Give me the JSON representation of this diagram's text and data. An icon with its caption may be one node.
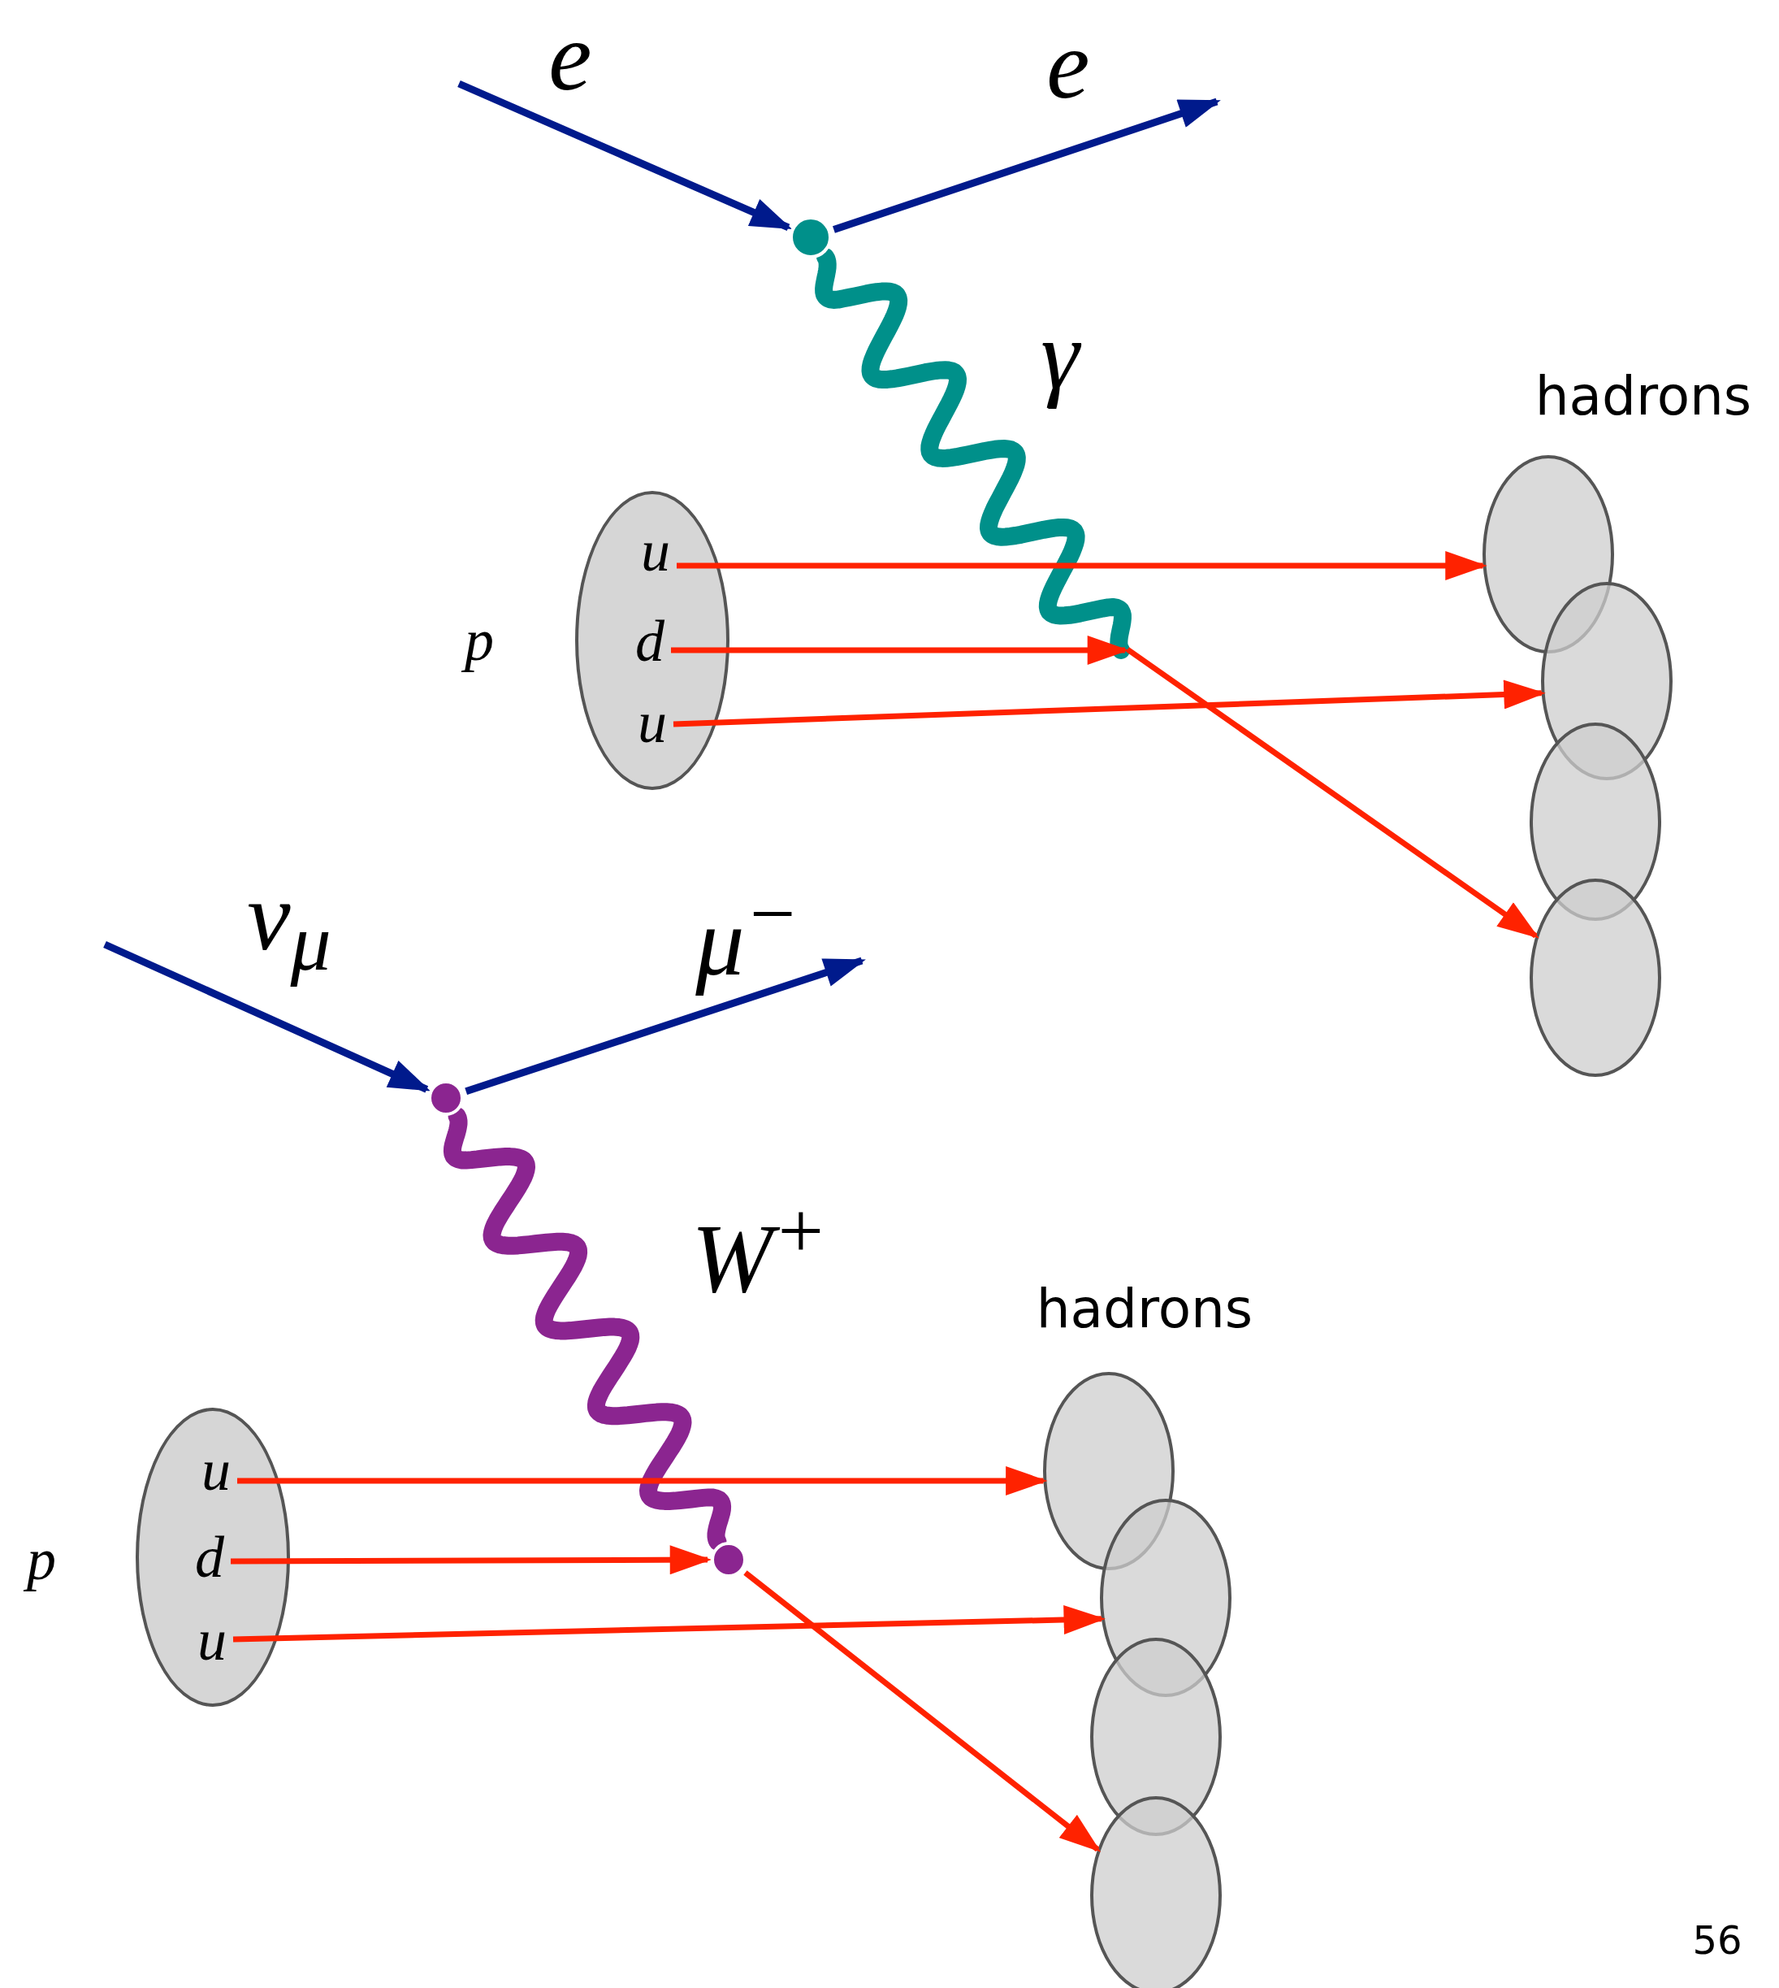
{
  "diagram": {
    "nodes": [
      {
        "text": [],
        "shape": "circle"
      },
      {
        "text": [],
        "shape": "circle",
        "beside": [
          "p"
        ]
      },
      {
        "text": [
          "u"
        ],
        "in": 1
      },
      {
        "text": [
          "d"
        ],
        "in": 1
      },
      {
        "text": [
          "u"
        ],
        "in": 1
      },
      {
        "text": [],
        "shape": "circle",
        "beside": [
          "hadrons"
        ]
      },
      {
        "text": [],
        "shape": "circle"
      },
      {
        "text": [],
        "shape": "circle"
      },
      {
        "text": [],
        "shape": "circle"
      },
      {
        "text": [],
        "shape": "circle"
      },
      {
        "text": [],
        "shape": "circle",
        "beside": [
          "p"
        ]
      },
      {
        "text": [
          "u"
        ],
        "in": 10
      },
      {
        "text": [
          "d"
        ],
        "in": 10
      },
      {
        "text": [
          "u"
        ],
        "in": 10
      },
      {
        "text": [],
        "shape": "circle"
      },
      {
        "text": [],
        "shape": "circle",
        "beside": [
          "hadrons"
        ]
      },
      {
        "text": [],
        "shape": "circle"
      },
      {
        "text": [],
        "shape": "circle"
      },
      {
        "text": [],
        "shape": "circle"
      }
    ],
    "edges": [
      {
        "from": null,
        "to": 0,
        "arrow": "to",
        "label": "e",
        "color": "#001a8c"
      },
      {
        "from": 0,
        "to": null,
        "arrow": "to",
        "label": "e",
        "color": "#001a8c"
      },
      {
        "from": 0,
        "to": null,
        "arrow": "none",
        "label": "γ",
        "style": "thick",
        "color": "#00908a"
      },
      {
        "from": 2,
        "to": 5,
        "arrow": "to"
      },
      {
        "from": 3,
        "to": null,
        "arrow": "to"
      },
      {
        "from": 4,
        "to": 6,
        "arrow": "to"
      },
      {
        "from": null,
        "to": 8,
        "arrow": "to"
      },
      {
        "from": null,
        "to": 9,
        "arrow": "to",
        "label": "ν$_{μ}$",
        "color": "#001a8c"
      },
      {
        "from": 9,
        "to": null,
        "arrow": "to",
        "label": "μ$^{−}$",
        "color": "#001a8c"
      },
      {
        "from": 9,
        "to": 14,
        "arrow": "none",
        "label": "W$^{+}$",
        "style": "thick",
        "color": "#8b2590"
      },
      {
        "from": 11,
        "to": 15,
        "arrow": "to"
      },
      {
        "from": 12,
        "to": 14,
        "arrow": "to"
      },
      {
        "from": 13,
        "to": 16,
        "arrow": "to"
      },
      {
        "from": 14,
        "to": 18,
        "arrow": "to"
      }
    ],
    "labels": [
      "56"
    ]
  }
}
